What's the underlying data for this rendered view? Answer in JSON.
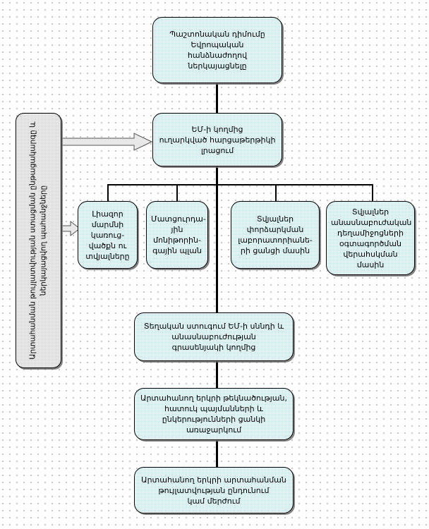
{
  "diagram": {
    "title": "EU export authorisation procedure flowchart",
    "colors": {
      "node_fill": "#a8dde4",
      "node_border": "#000000",
      "panel_fill": "#c6c6c6",
      "connector": "#000000",
      "background": "#ffffff",
      "grid_dot": "#b9b9b9"
    },
    "side_panel": {
      "line1": "Արտահանման թույլատվության ստացման ընթացակարգը և",
      "line2": "ներկայացվող պահանջները"
    },
    "nodes": [
      {
        "id": "node-application",
        "lines": [
          "Պաշտոնական դիմումը",
          "Եվրոպական",
          "հանձնաժողով",
          "ներկայացնելը"
        ]
      },
      {
        "id": "node-questionnaire",
        "lines": [
          "ԵՄ-ի կողմից",
          "ուղարկված հարցաթերթիկի",
          "լրացում"
        ]
      },
      {
        "id": "node-authority-structure",
        "lines": [
          "Լիազոր",
          "մարմնի",
          "կառուց-",
          "վածքն ու",
          "տվյալները"
        ]
      },
      {
        "id": "node-monitoring-plan",
        "lines": [
          "Մատցուրդա-",
          "յին",
          "մոնիթորին-",
          "գային պլան"
        ]
      },
      {
        "id": "node-laboratories",
        "lines": [
          "Տվյալներ",
          "փորձարկման",
          "լաբորատորիանե-",
          "րի ցանցի մասին"
        ]
      },
      {
        "id": "node-veterinary-drugs",
        "lines": [
          "Տվյալներ",
          "անասնաբուժական",
          "դեղամիջոցների",
          "օգտագործման",
          "վերահսկման մասին"
        ]
      },
      {
        "id": "node-local-inspection",
        "lines": [
          "Տեղական ստուգում ԵՄ-ի սննդի և",
          "անասնաբուժության",
          "գրասենյակի կողմից"
        ]
      },
      {
        "id": "node-candidacy-proposal",
        "lines": [
          "Արտահանող երկրի թեկնածության,",
          "հատուկ պայմանների և",
          "ընկերությունների ցանկի առաջարկում"
        ]
      },
      {
        "id": "node-final-decision",
        "lines": [
          "Արտահանող երկրի արտահանման",
          "թույլատվության ընդունում",
          "կամ մերժում"
        ]
      }
    ],
    "arrows": [
      {
        "id": "arrow-panel-to-questionnaire",
        "kind": "block-arrow-right"
      },
      {
        "id": "arrow-panel-to-authority",
        "kind": "block-arrow-right"
      }
    ]
  }
}
